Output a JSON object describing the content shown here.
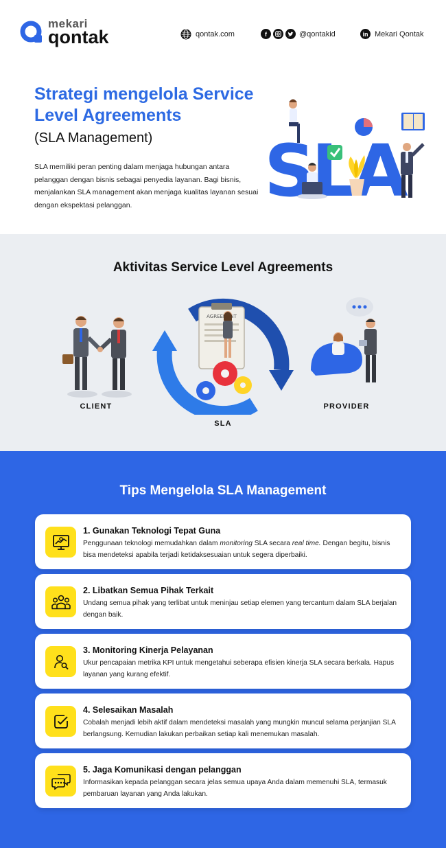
{
  "brand": {
    "top": "mekari",
    "name": "qontak"
  },
  "social": {
    "website": "qontak.com",
    "handle": "@qontakid",
    "linkedin": "Mekari Qontak",
    "icons": [
      "globe-icon",
      "facebook-icon",
      "instagram-icon",
      "twitter-icon",
      "linkedin-icon"
    ]
  },
  "hero": {
    "title": "Strategi mengelola Service Level Agreements",
    "subtitle": "(SLA Management)",
    "description": "SLA memiliki peran penting dalam menjaga hubungan antara pelanggan dengan bisnis sebagai penyedia layanan. Bagi bisnis, menjalankan SLA management akan menjaga kualitas layanan sesuai dengan ekspektasi pelanggan.",
    "illustration_text": "SLA"
  },
  "activities": {
    "title": "Aktivitas Service Level Agreements",
    "client_label": "CLIENT",
    "sla_label": "SLA",
    "provider_label": "PROVIDER",
    "agreement_text": "AGREEMENT"
  },
  "tips": {
    "title": "Tips Mengelola SLA Management",
    "items": [
      {
        "icon": "monitor-chart-icon",
        "heading": "1. Gunakan Teknologi Tepat Guna",
        "body_pre": "Penggunaan teknologi memudahkan dalam ",
        "body_em1": "monitoring",
        "body_mid": " SLA secara ",
        "body_em2": "real time.",
        "body_post": " Dengan begitu, bisnis bisa mendeteksi apabila terjadi ketidaksesuaian untuk segera diperbaiki."
      },
      {
        "icon": "team-icon",
        "heading": "2. Libatkan Semua Pihak Terkait",
        "body": "Undang semua pihak yang terlibat untuk meninjau setiap elemen yang tercantum dalam SLA berjalan dengan baik."
      },
      {
        "icon": "user-search-icon",
        "heading": "3. Monitoring Kinerja Pelayanan",
        "body": "Ukur pencapaian metrika KPI untuk mengetahui seberapa efisien kinerja SLA secara berkala. Hapus layanan yang kurang efektif."
      },
      {
        "icon": "checkbox-icon",
        "heading": "4. Selesaikan Masalah",
        "body": "Cobalah menjadi lebih aktif dalam mendeteksi masalah yang mungkin muncul selama perjanjian SLA berlangsung. Kemudian lakukan perbaikan setiap kali menemukan masalah."
      },
      {
        "icon": "chat-icon",
        "heading": "5. Jaga Komunikasi dengan pelanggan",
        "body": "Informasikan kepada pelanggan secara jelas semua upaya Anda dalam memenuhi SLA, termasuk pembaruan layanan yang Anda lakukan."
      }
    ]
  },
  "colors": {
    "brand_blue": "#2e66e5",
    "title_blue": "#2d6ae3",
    "accent_yellow": "#ffe01b",
    "section_gray": "#ebeef2"
  }
}
